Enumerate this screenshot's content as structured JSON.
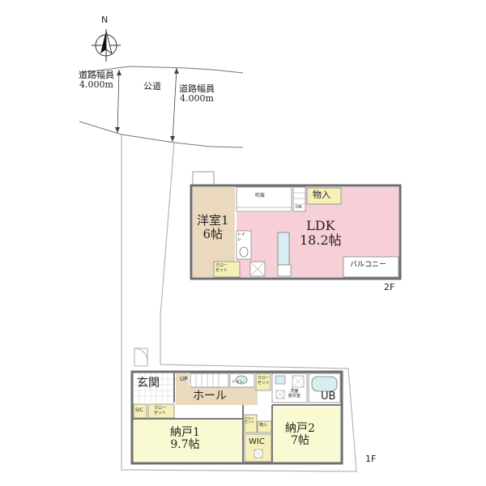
{
  "compass": {
    "label": "N"
  },
  "road": {
    "width_left": [
      "道路幅員",
      "4.000m"
    ],
    "name": "公道",
    "width_right": [
      "道路幅員",
      "4.000m"
    ]
  },
  "floor2": {
    "label": "2F",
    "rooms": {
      "fukinuke": "吹抜",
      "dn": "DN",
      "nando_in": "物入",
      "youshitsu": [
        "洋室1",
        "6帖"
      ],
      "toilet": "トイレ",
      "closet": [
        "クロー",
        "ゼット"
      ],
      "ldk": [
        "LDK",
        "18.2帖"
      ],
      "balcony": "バルコニー"
    }
  },
  "floor1": {
    "label": "1F",
    "rooms": {
      "genkan": "玄関",
      "up": "UP",
      "toilet": "トイレ",
      "closet_hall": [
        "クロー",
        "ゼット"
      ],
      "senmen": [
        "洗面",
        "脱衣室"
      ],
      "ub": "UB",
      "hall": "ホール",
      "sic": "SIC",
      "closet_entry": [
        "クロー",
        "ゼット"
      ],
      "closet_mid": [
        "クロー",
        "ゼット"
      ],
      "monoire": "物入",
      "nando1": [
        "納戸1",
        "9.7帖"
      ],
      "wic": "WIC",
      "nando2": [
        "納戸2",
        "7帖"
      ]
    }
  },
  "colors": {
    "youshitsu": "#ead9bd",
    "ldk": "#f7cfd6",
    "nando": "#fafad2",
    "hall": "#ead9bd",
    "storage": "#f5f0b8",
    "wall": "#6e6e6e",
    "line": "#999999"
  }
}
